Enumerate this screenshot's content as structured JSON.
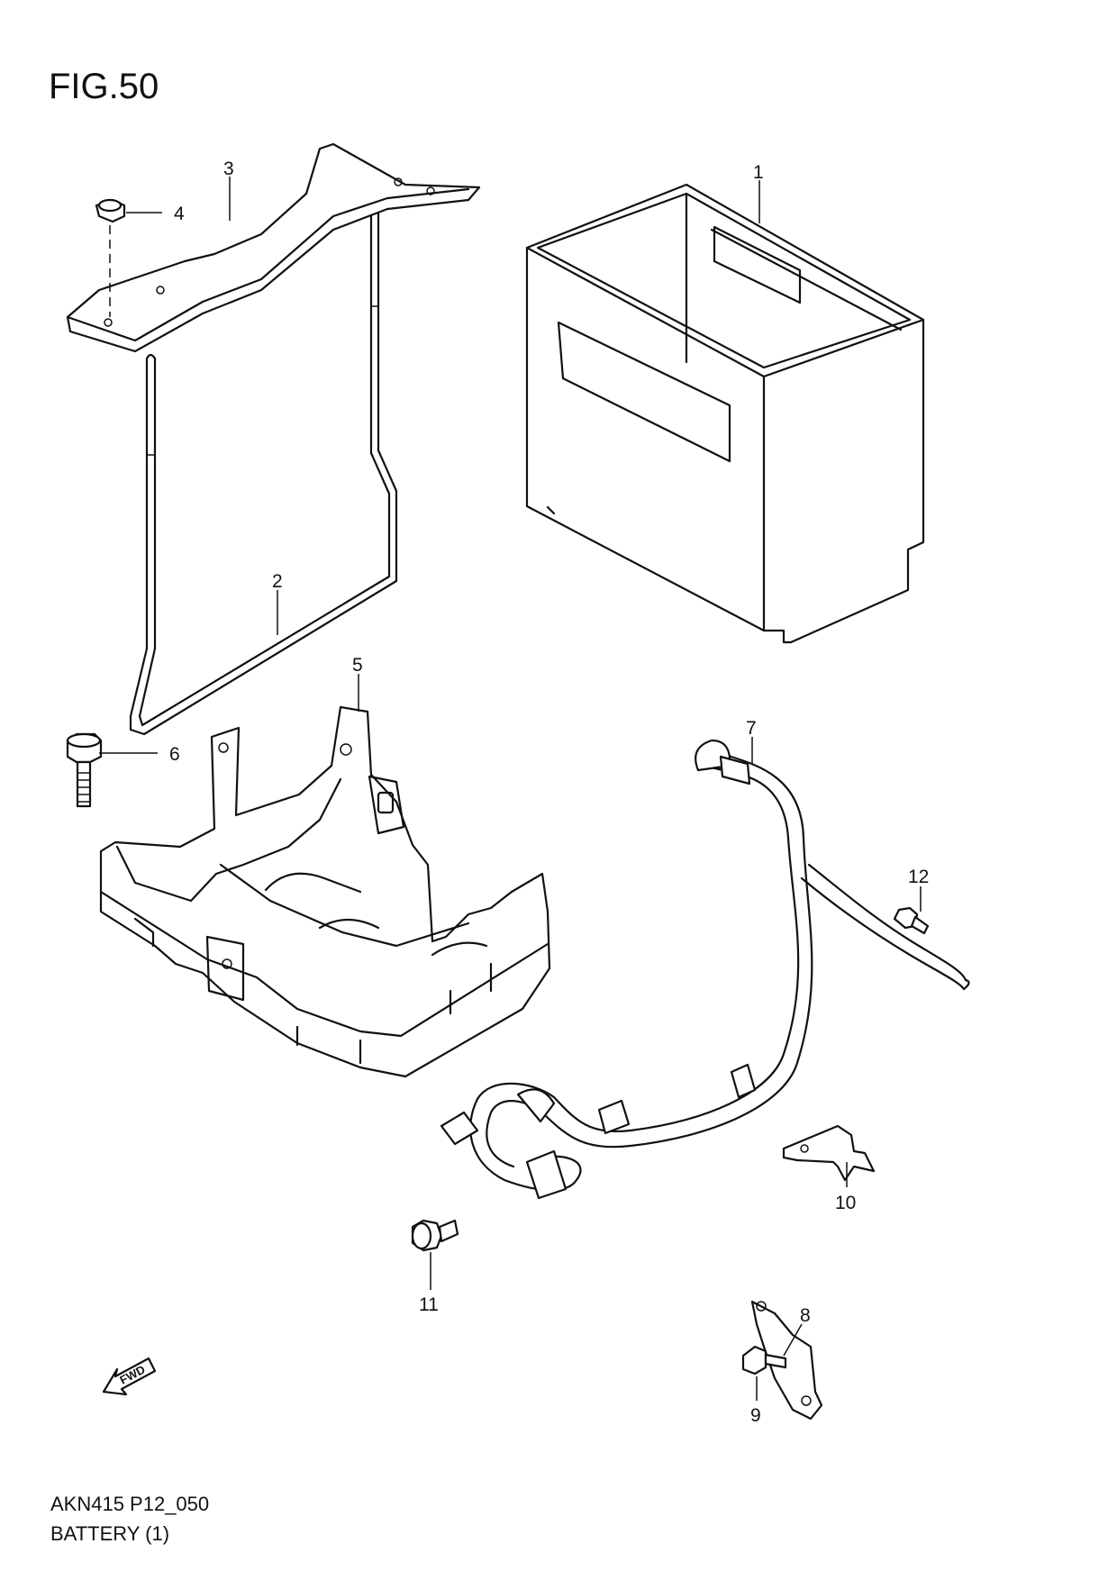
{
  "figure": {
    "title": "FIG.50",
    "code": "AKN415 P12_050",
    "name": "BATTERY (1)"
  },
  "callouts": [
    "1",
    "2",
    "3",
    "4",
    "5",
    "6",
    "7",
    "8",
    "9",
    "10",
    "11",
    "12"
  ],
  "direction_marker": "FWD"
}
